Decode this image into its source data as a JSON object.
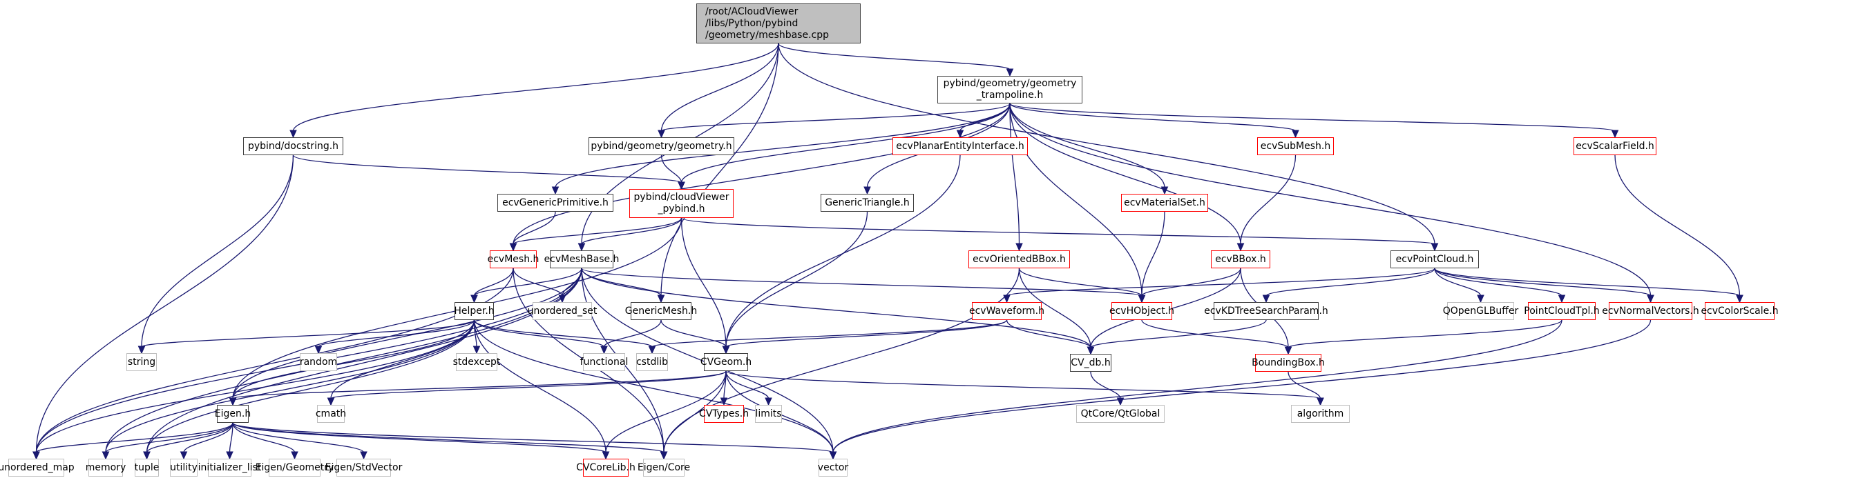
{
  "diagram": {
    "title": "/root/ACloudViewer/libs/Python/pybind/geometry/meshbase.cpp include dependency graph",
    "colors": {
      "edge": "#191970",
      "documented_border": "#404040",
      "undocumented_border": "#ff0000",
      "external_border": "#bfbfbf",
      "root_fill": "#bfbfbf"
    },
    "nodes": [
      {
        "id": "root",
        "label": "/root/ACloudViewer\n/libs/Python/pybind\n/geometry/meshbase.cpp",
        "kind": "root"
      },
      {
        "id": "trampoline",
        "label": "pybind/geometry/geometry\n_trampoline.h",
        "kind": "blk"
      },
      {
        "id": "docstring",
        "label": "pybind/docstring.h",
        "kind": "blk"
      },
      {
        "id": "geometry",
        "label": "pybind/geometry/geometry.h",
        "kind": "blk"
      },
      {
        "id": "planar",
        "label": "ecvPlanarEntityInterface.h",
        "kind": "red"
      },
      {
        "id": "submesh",
        "label": "ecvSubMesh.h",
        "kind": "red"
      },
      {
        "id": "scalarfield",
        "label": "ecvScalarField.h",
        "kind": "red"
      },
      {
        "id": "genprim",
        "label": "ecvGenericPrimitive.h",
        "kind": "blk"
      },
      {
        "id": "cvpybind",
        "label": "pybind/cloudViewer\n_pybind.h",
        "kind": "red"
      },
      {
        "id": "gentri",
        "label": "GenericTriangle.h",
        "kind": "blk"
      },
      {
        "id": "matset",
        "label": "ecvMaterialSet.h",
        "kind": "red"
      },
      {
        "id": "mesh",
        "label": "ecvMesh.h",
        "kind": "red"
      },
      {
        "id": "meshbase",
        "label": "ecvMeshBase.h",
        "kind": "blk"
      },
      {
        "id": "obbox",
        "label": "ecvOrientedBBox.h",
        "kind": "red"
      },
      {
        "id": "bbox",
        "label": "ecvBBox.h",
        "kind": "red"
      },
      {
        "id": "pointcloud",
        "label": "ecvPointCloud.h",
        "kind": "blk"
      },
      {
        "id": "helper",
        "label": "Helper.h",
        "kind": "blk"
      },
      {
        "id": "uset",
        "label": "unordered_set",
        "kind": "std"
      },
      {
        "id": "genmesh",
        "label": "GenericMesh.h",
        "kind": "blk"
      },
      {
        "id": "waveform",
        "label": "ecvWaveform.h",
        "kind": "red"
      },
      {
        "id": "hobject",
        "label": "ecvHObject.h",
        "kind": "red"
      },
      {
        "id": "kdtree",
        "label": "ecvKDTreeSearchParam.h",
        "kind": "blk"
      },
      {
        "id": "qoglbuf",
        "label": "QOpenGLBuffer",
        "kind": "std"
      },
      {
        "id": "pctpl",
        "label": "PointCloudTpl.h",
        "kind": "red"
      },
      {
        "id": "normvec",
        "label": "ecvNormalVectors.h",
        "kind": "red"
      },
      {
        "id": "colorscale",
        "label": "ecvColorScale.h",
        "kind": "red"
      },
      {
        "id": "string",
        "label": "string",
        "kind": "std"
      },
      {
        "id": "random",
        "label": "random",
        "kind": "std"
      },
      {
        "id": "stdexcept",
        "label": "stdexcept",
        "kind": "std"
      },
      {
        "id": "functional",
        "label": "functional",
        "kind": "std"
      },
      {
        "id": "cstdlib",
        "label": "cstdlib",
        "kind": "std"
      },
      {
        "id": "cvgeom",
        "label": "CVGeom.h",
        "kind": "blk"
      },
      {
        "id": "cvdb",
        "label": "CV_db.h",
        "kind": "blk"
      },
      {
        "id": "boundingbox",
        "label": "BoundingBox.h",
        "kind": "red"
      },
      {
        "id": "eigen",
        "label": "Eigen.h",
        "kind": "blk"
      },
      {
        "id": "cmath",
        "label": "cmath",
        "kind": "std"
      },
      {
        "id": "cvtypes",
        "label": "CVTypes.h",
        "kind": "red"
      },
      {
        "id": "limits",
        "label": "limits",
        "kind": "std"
      },
      {
        "id": "qtglobal",
        "label": "QtCore/QtGlobal",
        "kind": "std"
      },
      {
        "id": "algorithm",
        "label": "algorithm",
        "kind": "std"
      },
      {
        "id": "umap",
        "label": "unordered_map",
        "kind": "std"
      },
      {
        "id": "memory",
        "label": "memory",
        "kind": "std"
      },
      {
        "id": "tuple",
        "label": "tuple",
        "kind": "std"
      },
      {
        "id": "utility",
        "label": "utility",
        "kind": "std"
      },
      {
        "id": "initlist",
        "label": "initializer_list",
        "kind": "std"
      },
      {
        "id": "eigengeom",
        "label": "Eigen/Geometry",
        "kind": "std"
      },
      {
        "id": "eigenstdvec",
        "label": "Eigen/StdVector",
        "kind": "std"
      },
      {
        "id": "cvcorelib",
        "label": "CVCoreLib.h",
        "kind": "red"
      },
      {
        "id": "eigencore",
        "label": "Eigen/Core",
        "kind": "std"
      },
      {
        "id": "vector",
        "label": "vector",
        "kind": "std"
      }
    ],
    "edges": [
      [
        "root",
        "docstring"
      ],
      [
        "root",
        "geometry"
      ],
      [
        "root",
        "trampoline"
      ],
      [
        "root",
        "meshbase"
      ],
      [
        "root",
        "genmesh"
      ],
      [
        "root",
        "pointcloud"
      ],
      [
        "docstring",
        "cvpybind"
      ],
      [
        "docstring",
        "string"
      ],
      [
        "docstring",
        "umap"
      ],
      [
        "trampoline",
        "geometry"
      ],
      [
        "trampoline",
        "cvpybind"
      ],
      [
        "trampoline",
        "genprim"
      ],
      [
        "trampoline",
        "mesh"
      ],
      [
        "trampoline",
        "gentri"
      ],
      [
        "trampoline",
        "planar"
      ],
      [
        "trampoline",
        "obbox"
      ],
      [
        "trampoline",
        "matset"
      ],
      [
        "trampoline",
        "hobject"
      ],
      [
        "trampoline",
        "submesh"
      ],
      [
        "trampoline",
        "bbox"
      ],
      [
        "trampoline",
        "normvec"
      ],
      [
        "trampoline",
        "scalarfield"
      ],
      [
        "geometry",
        "cvpybind"
      ],
      [
        "cvpybind",
        "mesh"
      ],
      [
        "cvpybind",
        "meshbase"
      ],
      [
        "cvpybind",
        "eigen"
      ],
      [
        "cvpybind",
        "cvgeom"
      ],
      [
        "cvpybind",
        "pointcloud"
      ],
      [
        "genprim",
        "mesh"
      ],
      [
        "gentri",
        "cvgeom"
      ],
      [
        "planar",
        "cvgeom"
      ],
      [
        "matset",
        "hobject"
      ],
      [
        "submesh",
        "bbox"
      ],
      [
        "scalarfield",
        "colorscale"
      ],
      [
        "mesh",
        "helper"
      ],
      [
        "mesh",
        "uset"
      ],
      [
        "mesh",
        "umap"
      ],
      [
        "mesh",
        "eigencore"
      ],
      [
        "meshbase",
        "helper"
      ],
      [
        "meshbase",
        "uset"
      ],
      [
        "meshbase",
        "genmesh"
      ],
      [
        "meshbase",
        "eigen"
      ],
      [
        "meshbase",
        "hobject"
      ],
      [
        "meshbase",
        "cvdb"
      ],
      [
        "meshbase",
        "memory"
      ],
      [
        "meshbase",
        "tuple"
      ],
      [
        "meshbase",
        "vector"
      ],
      [
        "meshbase",
        "umap"
      ],
      [
        "meshbase",
        "eigencore"
      ],
      [
        "obbox",
        "hobject"
      ],
      [
        "obbox",
        "cvdb"
      ],
      [
        "obbox",
        "eigencore"
      ],
      [
        "bbox",
        "hobject"
      ],
      [
        "bbox",
        "cvdb"
      ],
      [
        "bbox",
        "boundingbox"
      ],
      [
        "pointcloud",
        "waveform"
      ],
      [
        "pointcloud",
        "kdtree"
      ],
      [
        "pointcloud",
        "qoglbuf"
      ],
      [
        "pointcloud",
        "pctpl"
      ],
      [
        "pointcloud",
        "normvec"
      ],
      [
        "pointcloud",
        "colorscale"
      ],
      [
        "helper",
        "string"
      ],
      [
        "helper",
        "random"
      ],
      [
        "helper",
        "stdexcept"
      ],
      [
        "helper",
        "functional"
      ],
      [
        "helper",
        "cstdlib"
      ],
      [
        "helper",
        "cmath"
      ],
      [
        "helper",
        "eigen"
      ],
      [
        "helper",
        "umap"
      ],
      [
        "helper",
        "memory"
      ],
      [
        "helper",
        "tuple"
      ],
      [
        "helper",
        "vector"
      ],
      [
        "helper",
        "cvcorelib"
      ],
      [
        "genmesh",
        "functional"
      ],
      [
        "genmesh",
        "cvgeom"
      ],
      [
        "waveform",
        "cvgeom"
      ],
      [
        "waveform",
        "cvdb"
      ],
      [
        "waveform",
        "cstdlib"
      ],
      [
        "hobject",
        "boundingbox"
      ],
      [
        "kdtree",
        "cvdb"
      ],
      [
        "pctpl",
        "boundingbox"
      ],
      [
        "pctpl",
        "vector"
      ],
      [
        "normvec",
        "vector"
      ],
      [
        "cvgeom",
        "eigen"
      ],
      [
        "cvgeom",
        "cmath"
      ],
      [
        "cvgeom",
        "cvtypes"
      ],
      [
        "cvgeom",
        "limits"
      ],
      [
        "cvgeom",
        "algorithm"
      ],
      [
        "cvgeom",
        "vector"
      ],
      [
        "cvgeom",
        "cvcorelib"
      ],
      [
        "cvgeom",
        "eigencore"
      ],
      [
        "cvdb",
        "qtglobal"
      ],
      [
        "boundingbox",
        "algorithm"
      ],
      [
        "eigen",
        "umap"
      ],
      [
        "eigen",
        "memory"
      ],
      [
        "eigen",
        "tuple"
      ],
      [
        "eigen",
        "utility"
      ],
      [
        "eigen",
        "initlist"
      ],
      [
        "eigen",
        "eigengeom"
      ],
      [
        "eigen",
        "eigenstdvec"
      ],
      [
        "eigen",
        "cvcorelib"
      ],
      [
        "eigen",
        "eigencore"
      ],
      [
        "eigen",
        "vector"
      ]
    ]
  }
}
